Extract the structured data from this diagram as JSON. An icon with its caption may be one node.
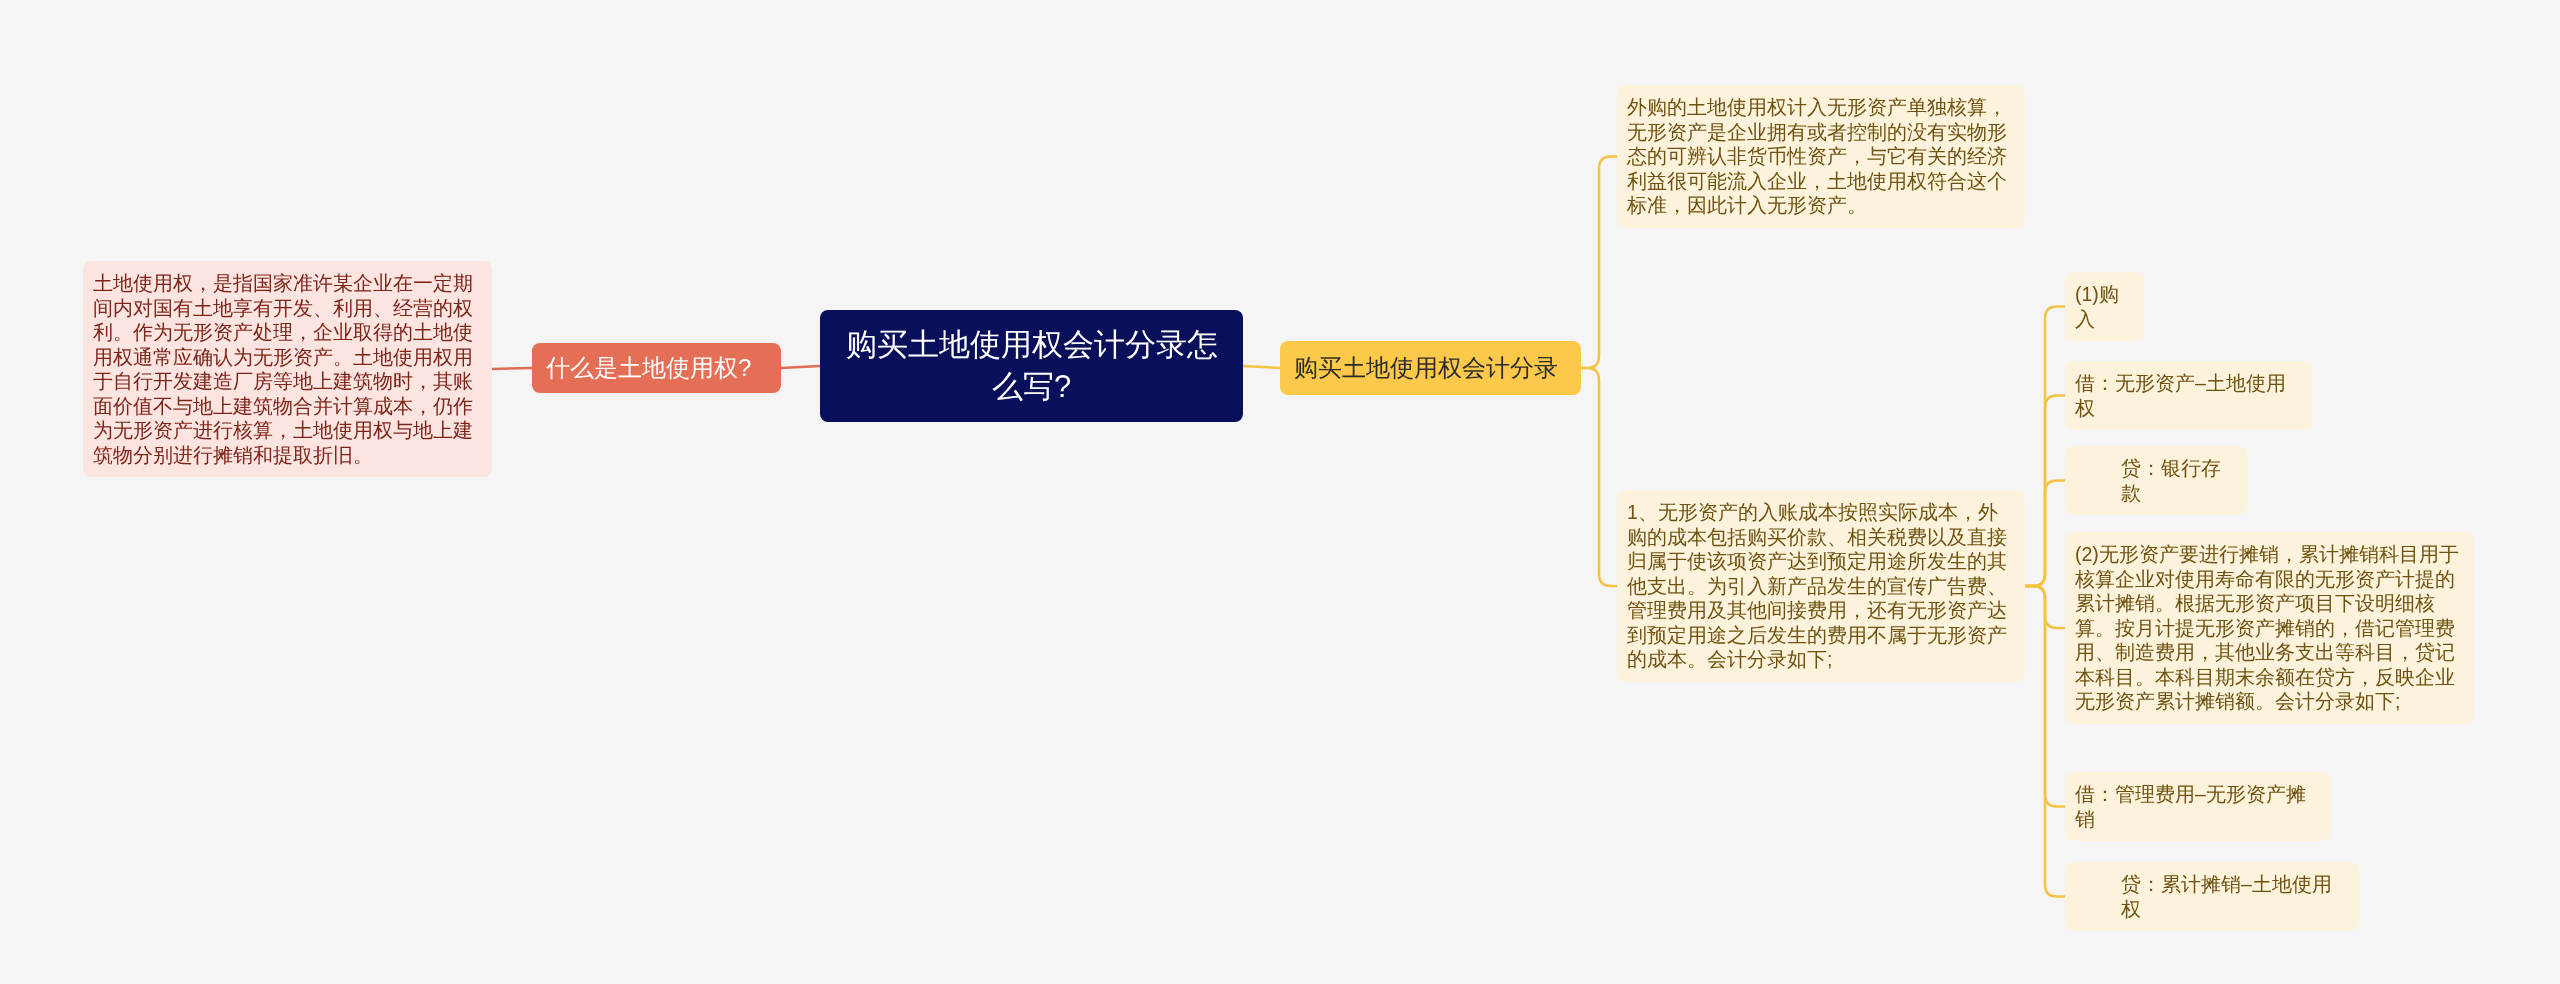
{
  "diagram": {
    "nodes": [
      {
        "text": [
          "购买土地使用权会计分录怎么写?"
        ]
      },
      {
        "text": [
          "什么是土地使用权?"
        ]
      },
      {
        "text": [
          "土地使用权，是指国家准许某企业在一定期间内对国有土地享有开发、利用、经营的权利。作为无形资产处理，企业取得的土地使用权通常应确认为无形资产。土地使用权用于自行开发建造厂房等地上建筑物时，其账面价值不与地上建筑物合并计算成本，仍作为无形资产进行核算，土地使用权与地上建筑物分别进行摊销和提取折旧。"
        ]
      },
      {
        "text": [
          "购买土地使用权会计分录"
        ]
      },
      {
        "text": [
          "外购的土地使用权计入无形资产单独核算，无形资产是企业拥有或者控制的没有实物形态的可辨认非货币性资产，与它有关的经济利益很可能流入企业，土地使用权符合这个标准，因此计入无形资产。"
        ]
      },
      {
        "text": [
          "1、无形资产的入账成本按照实际成本，外购的成本包括购买价款、相关税费以及直接归属于使该项资产达到预定用途所发生的其他支出。为引入新产品发生的宣传广告费、管理费用及其他间接费用，还有无形资产达到预定用途之后发生的费用不属于无形资产的成本。会计分录如下;"
        ]
      },
      {
        "text": [
          "(1)购入"
        ]
      },
      {
        "text": [
          "借：无形资产–土地使用权"
        ]
      },
      {
        "text": [
          "贷：银行存款"
        ]
      },
      {
        "text": [
          "(2)无形资产要进行摊销，累计摊销科目用于核算企业对使用寿命有限的无形资产计提的累计摊销。根据无形资产项目下设明细核算。按月计提无形资产摊销的，借记管理费用、制造费用，其他业务支出等科目，贷记本科目。本科目期末余额在贷方，反映企业无形资产累计摊销额。会计分录如下;"
        ]
      },
      {
        "text": [
          "借：管理费用–无形资产摊销"
        ]
      },
      {
        "text": [
          "贷：累计摊销–土地使用权"
        ]
      }
    ],
    "edges": [
      {
        "from": 0,
        "to": 1,
        "arrow": "none",
        "color": "#e06c53"
      },
      {
        "from": 1,
        "to": 2,
        "arrow": "none",
        "color": "#e06c53"
      },
      {
        "from": 0,
        "to": 3,
        "arrow": "none"
      },
      {
        "from": 3,
        "to": 4,
        "arrow": "none"
      },
      {
        "from": 3,
        "to": 5,
        "arrow": "none"
      },
      {
        "from": 5,
        "to": 6,
        "arrow": "none"
      },
      {
        "from": 5,
        "to": 7,
        "arrow": "none"
      },
      {
        "from": 5,
        "to": 8,
        "arrow": "none"
      },
      {
        "from": 5,
        "to": 9,
        "arrow": "none"
      },
      {
        "from": 5,
        "to": 10,
        "arrow": "none"
      },
      {
        "from": 5,
        "to": 11,
        "arrow": "none"
      }
    ]
  }
}
